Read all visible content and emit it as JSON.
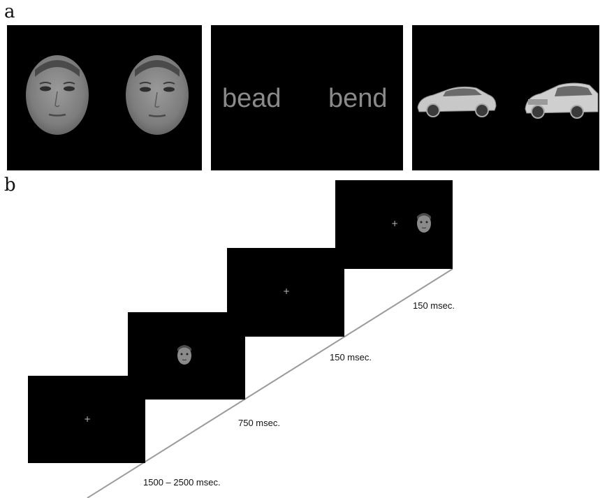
{
  "panel_a": {
    "letter": "a",
    "words": {
      "left": "bead",
      "right": "bend"
    }
  },
  "panel_b": {
    "letter": "b",
    "fixation_symbol": "+",
    "durations": [
      "1500 – 2500 msec.",
      "750 msec.",
      "150 msec.",
      "150 msec."
    ]
  },
  "colors": {
    "screen": "#000000",
    "word": "#8a8a8a",
    "timeline": "#9a9a9a"
  }
}
